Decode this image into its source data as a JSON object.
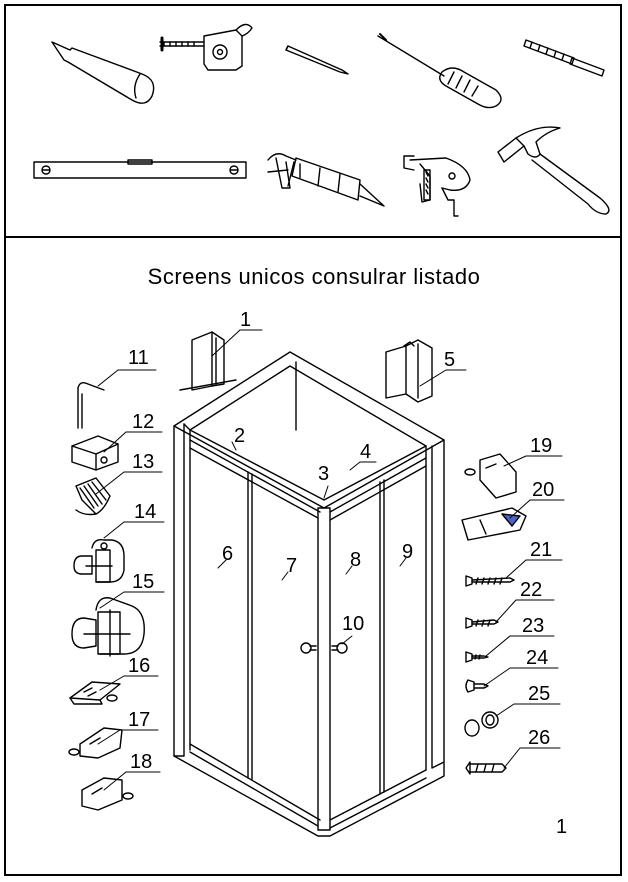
{
  "title": "Screens unicos consulrar listado",
  "page_number": "1",
  "tools": [
    {
      "icon": "silicone-tube-icon"
    },
    {
      "icon": "tape-measure-icon"
    },
    {
      "icon": "pencil-icon"
    },
    {
      "icon": "screwdriver-icon"
    },
    {
      "icon": "drill-bit-icon"
    },
    {
      "icon": "spirit-level-icon"
    },
    {
      "icon": "caulking-gun-icon"
    },
    {
      "icon": "power-drill-icon"
    },
    {
      "icon": "hammer-icon"
    }
  ],
  "callouts": {
    "c1": "1",
    "c2": "2",
    "c3": "3",
    "c4": "4",
    "c5": "5",
    "c6": "6",
    "c7": "7",
    "c8": "8",
    "c9": "9",
    "c10": "10",
    "c11": "11",
    "c12": "12",
    "c13": "13",
    "c14": "14",
    "c15": "15",
    "c16": "16",
    "c17": "17",
    "c18": "18",
    "c19": "19",
    "c20": "20",
    "c21": "21",
    "c22": "22",
    "c23": "23",
    "c24": "24",
    "c25": "25",
    "c26": "26"
  }
}
